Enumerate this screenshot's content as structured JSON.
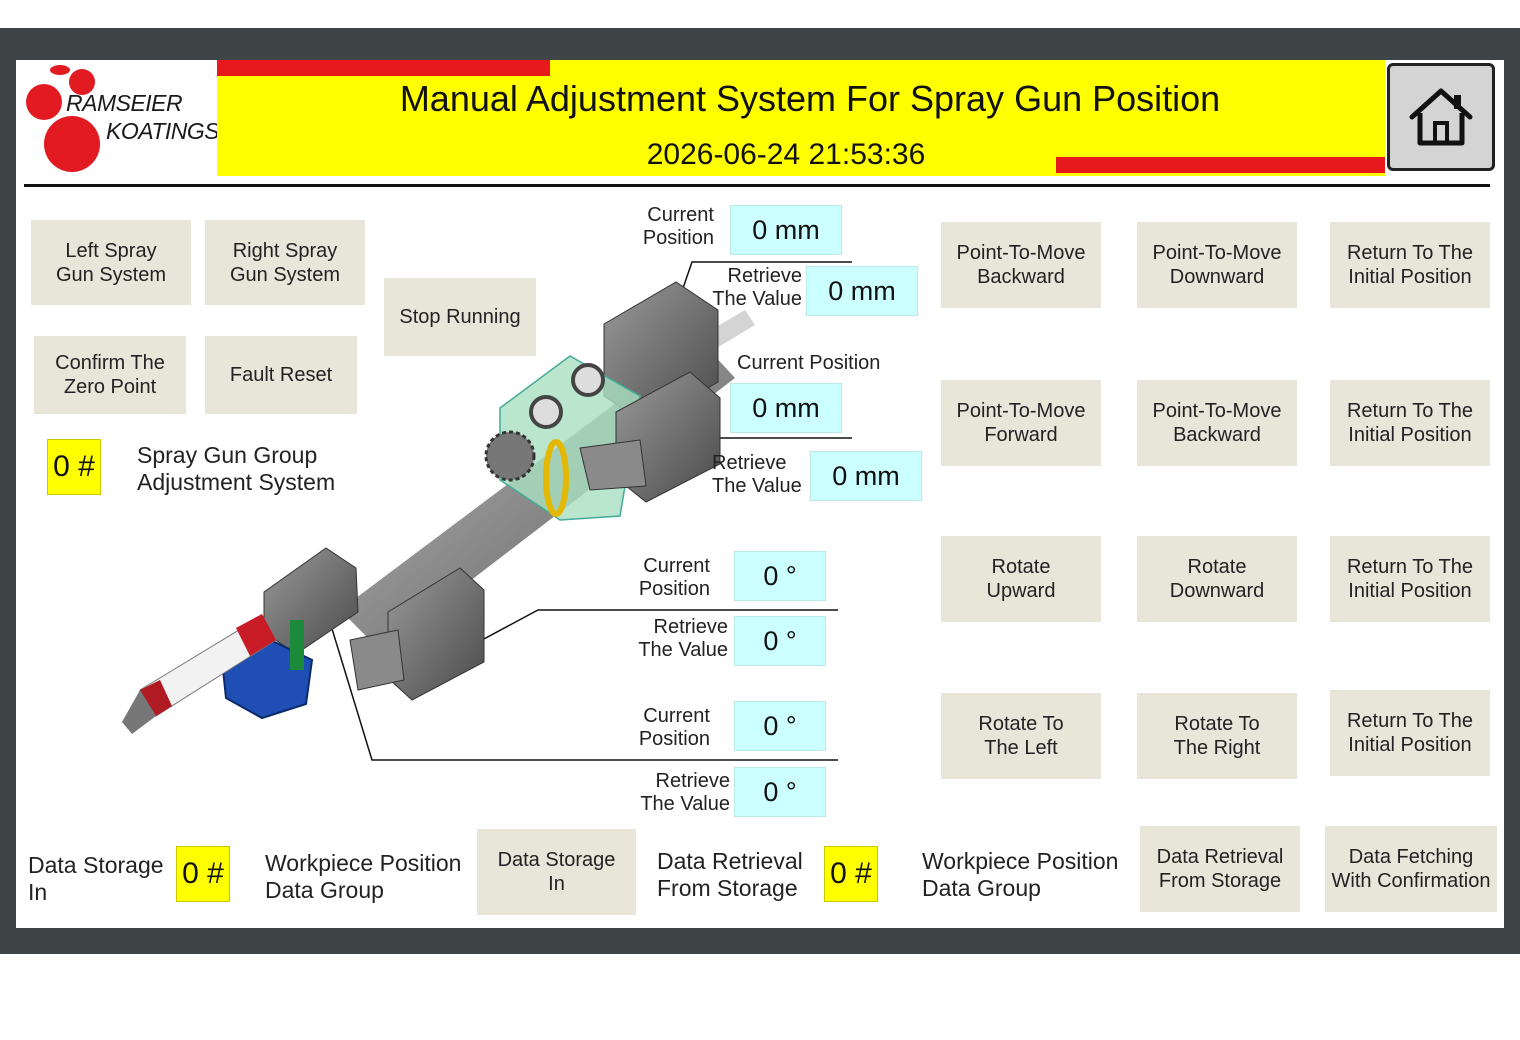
{
  "header": {
    "brand_line1": "RAMSEIER",
    "brand_line2": "KOATINGS",
    "title": "Manual Adjustment System For Spray Gun Position",
    "datetime": "2026-06-24 21:53:36",
    "home_icon": "home-icon"
  },
  "left_buttons": {
    "left_spray": "Left Spray\nGun System",
    "right_spray": "Right Spray\nGun System",
    "stop_running": "Stop Running",
    "confirm_zero": "Confirm The\nZero Point",
    "fault_reset": "Fault Reset"
  },
  "group": {
    "value": "0 #",
    "label": "Spray Gun Group\nAdjustment System"
  },
  "readouts": [
    {
      "cur_label": "Current\nPosition",
      "cur_value": "0 mm",
      "ret_label": "Retrieve\nThe Value",
      "ret_value": "0 mm"
    },
    {
      "cur_label": "Current Position",
      "cur_value": "0 mm",
      "ret_label": "Retrieve\nThe Value",
      "ret_value": "0 mm"
    },
    {
      "cur_label": "Current\nPosition",
      "cur_value": "0 °",
      "ret_label": "Retrieve\nThe Value",
      "ret_value": "0 °"
    },
    {
      "cur_label": "Current\nPosition",
      "cur_value": "0 °",
      "ret_label": "Retrieve\nThe Value",
      "ret_value": "0 °"
    }
  ],
  "grid_buttons": [
    [
      "Point-To-Move\nBackward",
      "Point-To-Move\nDownward",
      "Return To The\nInitial Position"
    ],
    [
      "Point-To-Move\nForward",
      "Point-To-Move\nBackward",
      "Return To The\nInitial Position"
    ],
    [
      "Rotate\nUpward",
      "Rotate\nDownward",
      "Return To The\nInitial Position"
    ],
    [
      "Rotate To\nThe Left",
      "Rotate To\nThe Right",
      "Return To The\nInitial Position"
    ]
  ],
  "footer": {
    "storage_in_label": "Data Storage\nIn",
    "storage_in_value": "0 #",
    "workpiece_label_1": "Workpiece Position\nData Group",
    "storage_in_button": "Data Storage\nIn",
    "retrieval_label": "Data Retrieval\nFrom Storage",
    "retrieval_value": "0 #",
    "workpiece_label_2": "Workpiece Position\nData Group",
    "retrieval_button": "Data Retrieval\nFrom Storage",
    "fetch_confirm_button": "Data Fetching\nWith Confirmation"
  },
  "colors": {
    "title_bar": "#ffff00",
    "accent_red": "#e8191c",
    "value_box": "#ccffff",
    "button_bg": "#e8e6d9",
    "frame": "#3f4447"
  }
}
